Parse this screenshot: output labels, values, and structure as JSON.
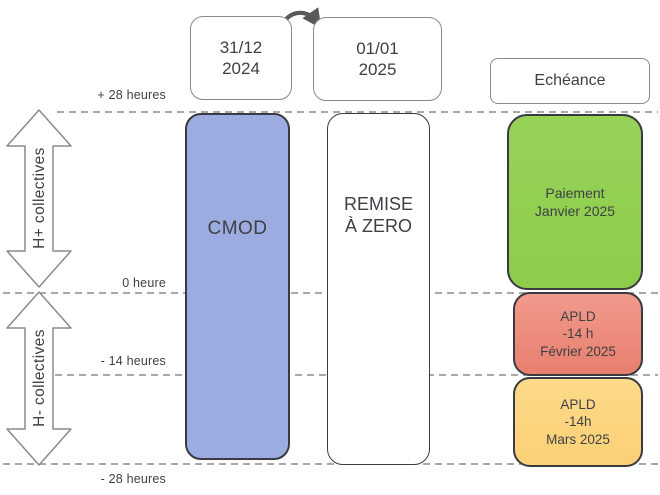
{
  "header": {
    "date_boxes": [
      {
        "label": "31/12\n2024"
      },
      {
        "label": "01/01\n2025"
      }
    ],
    "echeance_label": "Echéance",
    "cycle_arrow_icon": "curved-rollover-arrow"
  },
  "axis": {
    "tick_labels": [
      "+ 28 heures",
      "0 heure",
      "- 14 heures",
      "- 28 heures"
    ],
    "dashed_line_color": "#8c8c8c"
  },
  "side_arrows": {
    "upper_label": "H+ collectives",
    "lower_label": "H- collectives",
    "outline_color": "#8a8a8a"
  },
  "columns": {
    "cmod": {
      "label": "CMOD",
      "color": "#9cabe0"
    },
    "remise": {
      "label": "REMISE\nÀ ZERO",
      "color": "#ffffff"
    }
  },
  "echeance_items": [
    {
      "label": "Paiement\nJanvier 2025",
      "color": "#92d050"
    },
    {
      "label": "APLD\n-14 h\nFévrier 2025",
      "color": "#ee8a7b"
    },
    {
      "label": "APLD\n-14h\nMars 2025",
      "color": "#fbd57e"
    }
  ]
}
